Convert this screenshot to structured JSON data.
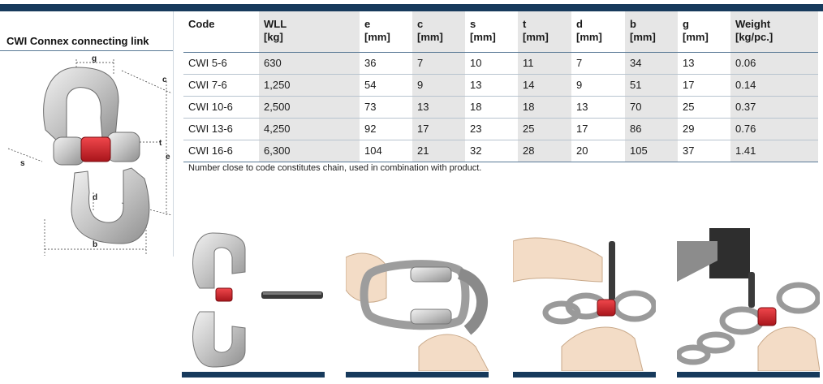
{
  "product_title": "CWI Connex connecting link",
  "table": {
    "headers": [
      {
        "line1": "Code",
        "line2": ""
      },
      {
        "line1": "WLL",
        "line2": "[kg]"
      },
      {
        "line1": "e",
        "line2": "[mm]"
      },
      {
        "line1": "c",
        "line2": "[mm]"
      },
      {
        "line1": "s",
        "line2": "[mm]"
      },
      {
        "line1": "t",
        "line2": "[mm]"
      },
      {
        "line1": "d",
        "line2": "[mm]"
      },
      {
        "line1": "b",
        "line2": "[mm]"
      },
      {
        "line1": "g",
        "line2": "[mm]"
      },
      {
        "line1": "Weight",
        "line2": "[kg/pc.]"
      }
    ],
    "rows": [
      [
        "CWI 5-6",
        "630",
        "36",
        "7",
        "10",
        "11",
        "7",
        "34",
        "13",
        "0.06"
      ],
      [
        "CWI 7-6",
        "1,250",
        "54",
        "9",
        "13",
        "14",
        "9",
        "51",
        "17",
        "0.14"
      ],
      [
        "CWI 10-6",
        "2,500",
        "73",
        "13",
        "18",
        "18",
        "13",
        "70",
        "25",
        "0.37"
      ],
      [
        "CWI 13-6",
        "4,250",
        "92",
        "17",
        "23",
        "25",
        "17",
        "86",
        "29",
        "0.76"
      ],
      [
        "CWI 16-6",
        "6,300",
        "104",
        "21",
        "32",
        "28",
        "20",
        "105",
        "37",
        "1.41"
      ]
    ]
  },
  "note": "Number close to code constitutes chain, used in combination with product.",
  "diagram": {
    "dim_labels": {
      "g": "g",
      "c": "c",
      "t": "t",
      "e": "e",
      "s": "s",
      "d": "d",
      "b": "b"
    }
  },
  "colors": {
    "navy": "#173a5c",
    "steel": "#c9c9c9",
    "pin_red": "#d8282e",
    "column_shade": "#e6e6e6"
  }
}
